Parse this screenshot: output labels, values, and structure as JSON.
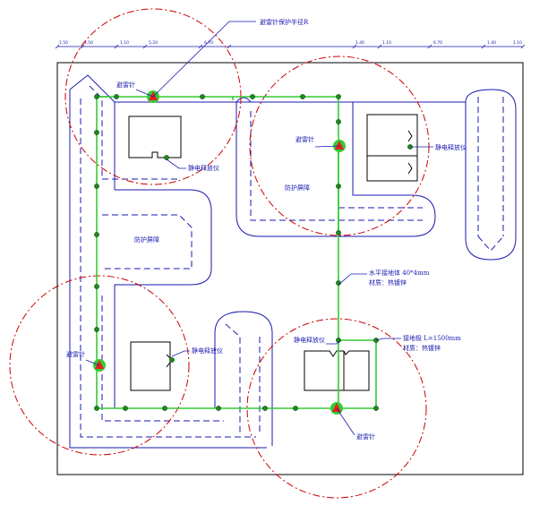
{
  "colors": {
    "outline": "#1a1ab0",
    "ground": "#33cc33",
    "protection": "#cc0000",
    "rod": "#e62020",
    "node": "#1d8a1d",
    "frame": "#000000"
  },
  "labels": {
    "rod_radius": "避雷针保护半径R",
    "rod_top_left": "避雷针",
    "rod_top_right": "避雷针",
    "rod_left": "避雷针",
    "rod_bottom": "避雷针",
    "esd_top_left": "静电释放仪",
    "esd_top_right": "静电释放仪",
    "esd_left": "静电释放仪",
    "esd_bottom": "静电释放仪",
    "barrier_upper": "防护屏障",
    "barrier_left": "防护屏障",
    "h_conductor": "水平接地体 40*4mm",
    "h_material": "材质：热镀锌",
    "electrode": "接地极 L=1500mm",
    "electrode_material": "材质：热镀锌"
  },
  "dimensions": [
    "1.50",
    "4.50",
    "1.10",
    "5.20",
    "6.70",
    "1.40",
    "1.10",
    "6.70",
    "1.40",
    "1.10"
  ]
}
